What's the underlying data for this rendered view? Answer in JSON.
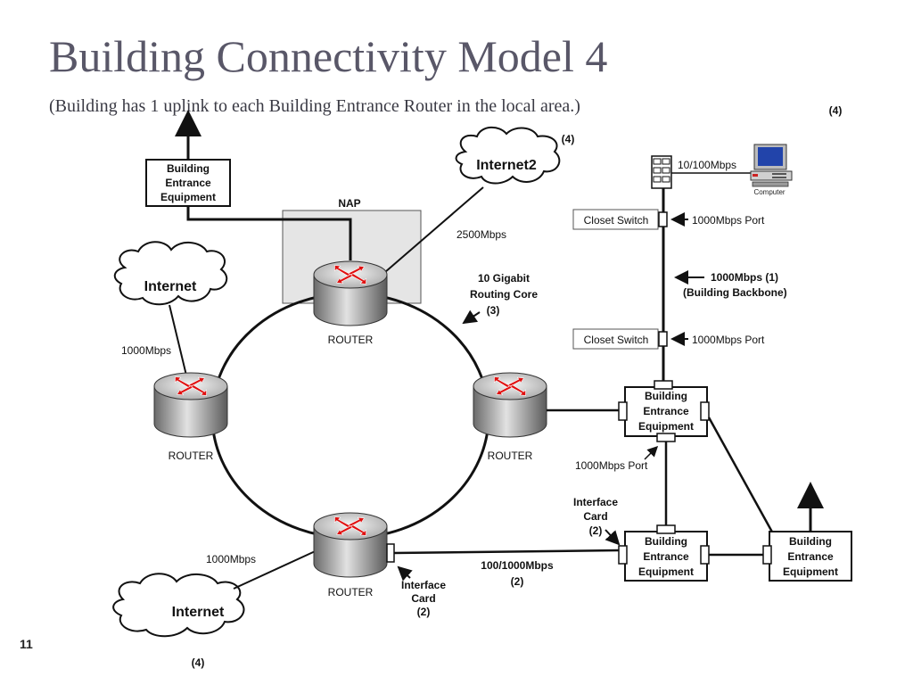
{
  "slide": {
    "title": "Building Connectivity Model 4",
    "subtitle": "(Building has 1 uplink to each Building Entrance Router in the local area.)",
    "slide_number": "11",
    "note_top_right": "(4)"
  },
  "diagram": {
    "nap_label": "NAP",
    "router_label": "ROUTER",
    "internet_label": "Internet",
    "internet2_label": "Internet2",
    "internet2_note": "(4)",
    "internet_bottom_note": "(4)",
    "building_entrance_equipment": [
      "Building",
      "Entrance",
      "Equipment"
    ],
    "closet_switch_label": "Closet Switch",
    "computer_label": "Computer",
    "speeds": {
      "internet2_link": "2500Mbps",
      "internet_left": "1000Mbps",
      "internet_bottom": "1000Mbps",
      "pc_link": "10/100Mbps",
      "port_1000": "1000Mbps Port"
    },
    "core_label": [
      "10 Gigabit",
      "Routing Core",
      "(3)"
    ],
    "backbone_label": [
      "1000Mbps  (1)",
      "(Building Backbone)"
    ],
    "interface_card_bottom": [
      "Interface",
      "Card",
      "(2)"
    ],
    "interface_card_right": [
      "Interface",
      "Card",
      "(2)"
    ],
    "link_speed_bottom": [
      "100/1000Mbps",
      "(2)"
    ]
  }
}
